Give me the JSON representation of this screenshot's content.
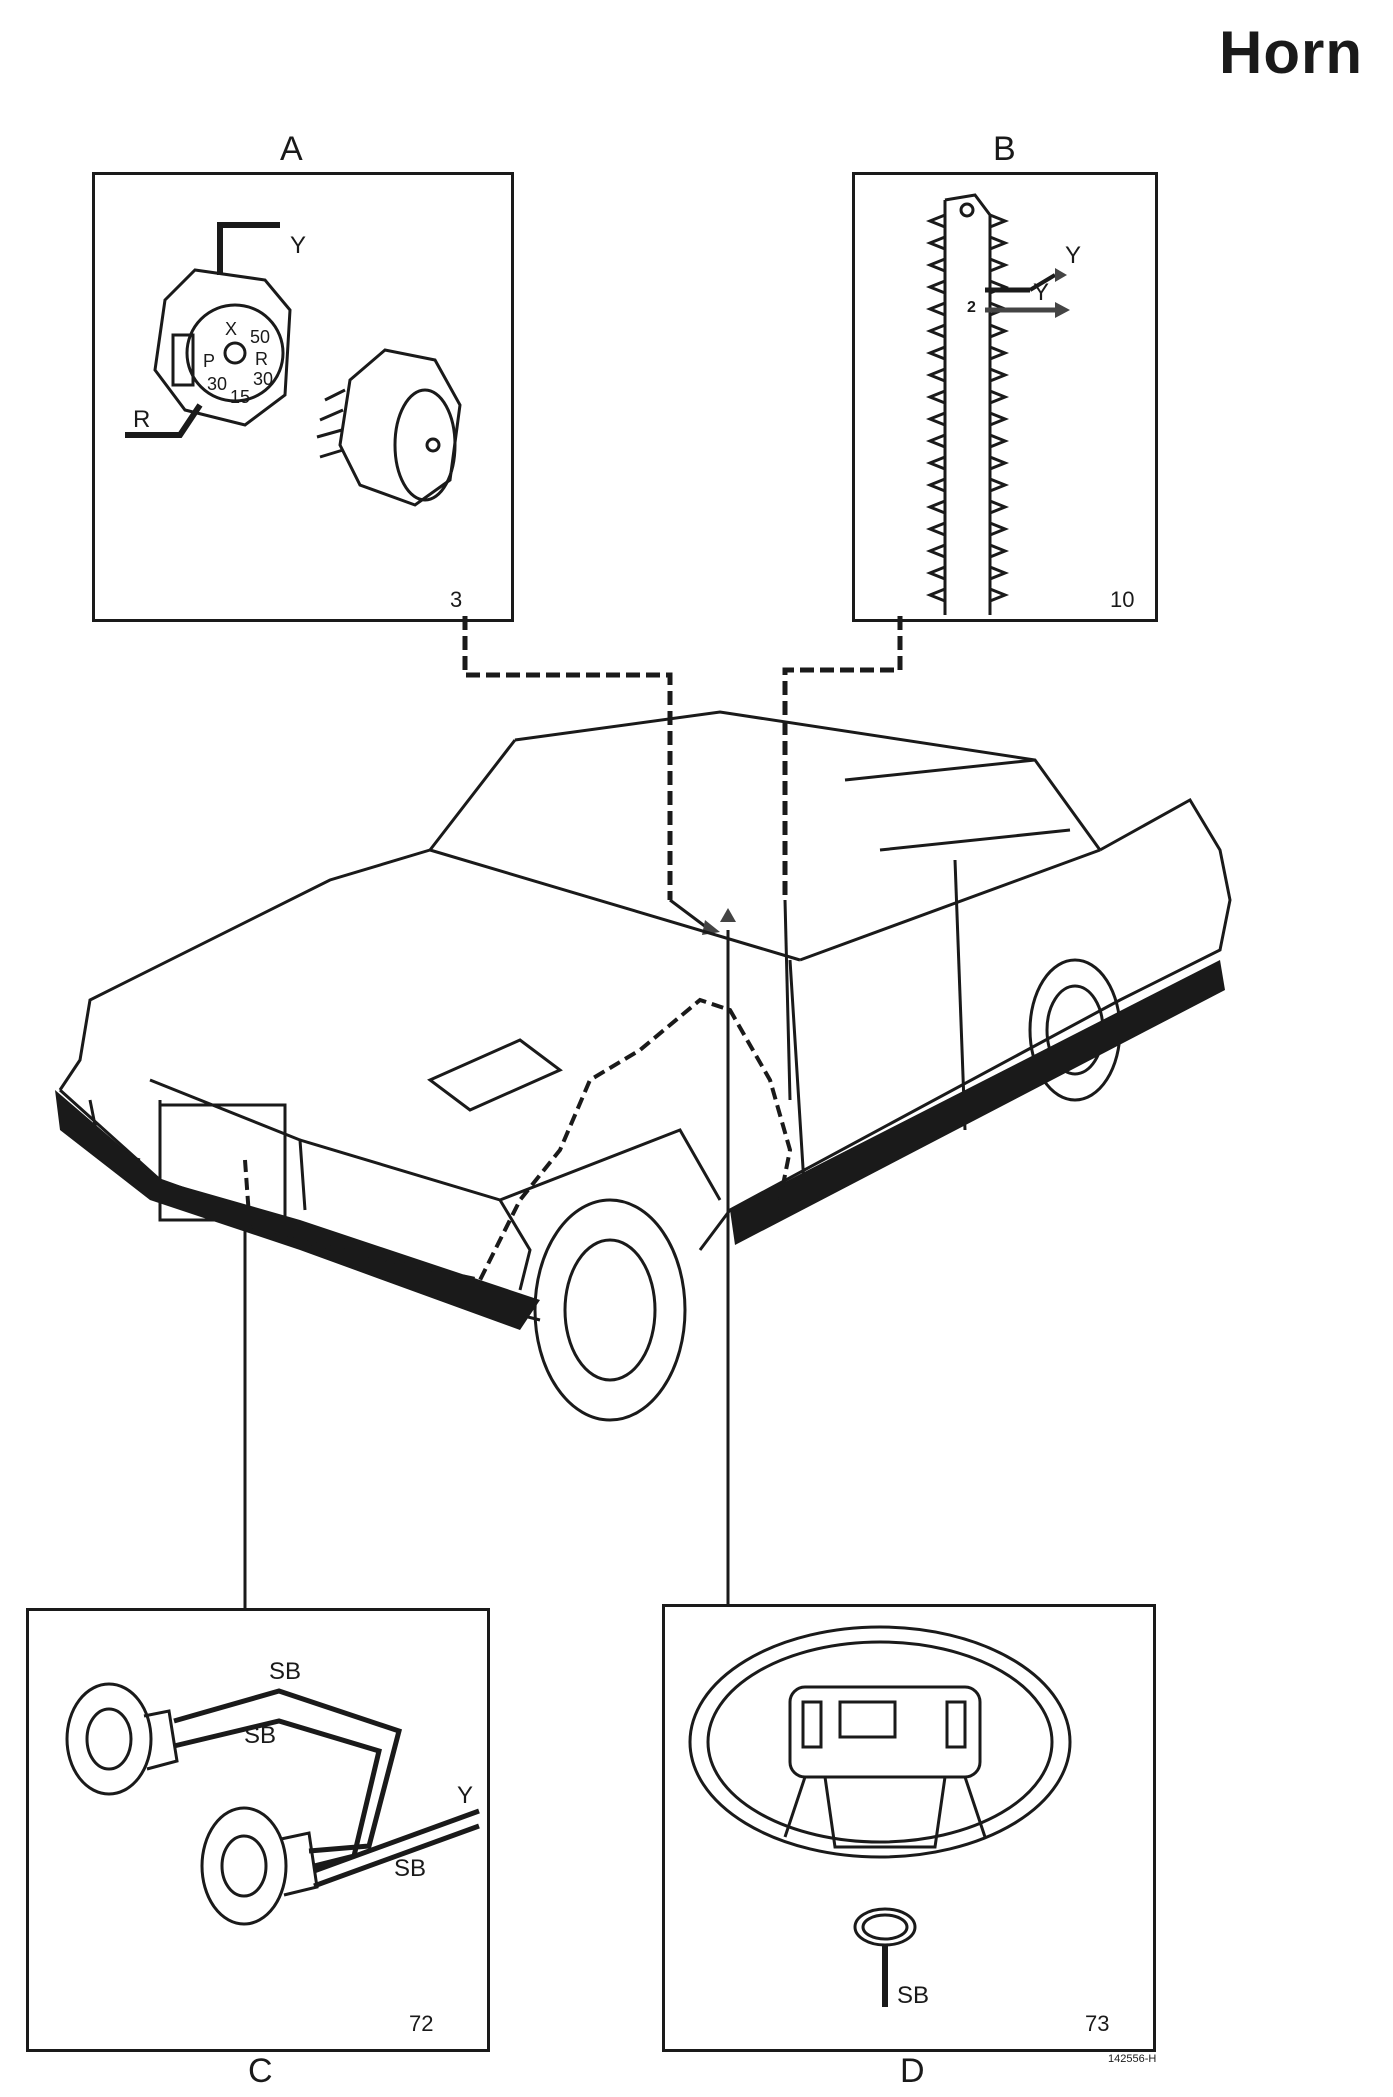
{
  "title": "Horn",
  "panels": {
    "a": {
      "letter": "A",
      "number": "3",
      "wires": {
        "y": "Y",
        "r": "R"
      },
      "terminals": {
        "x": "X",
        "t50": "50",
        "p": "P",
        "r": "R",
        "t30a": "30",
        "t30b": "30",
        "t15": "15"
      }
    },
    "b": {
      "letter": "B",
      "number": "10",
      "wires": {
        "y1": "Y",
        "y2": "Y"
      },
      "terminal": "2"
    },
    "c": {
      "letter": "C",
      "number": "72",
      "wires": {
        "sb1": "SB",
        "sb2": "SB",
        "sb3": "SB",
        "y": "Y"
      }
    },
    "d": {
      "letter": "D",
      "number": "73",
      "wires": {
        "sb": "SB"
      }
    }
  },
  "reference": "142556-H"
}
